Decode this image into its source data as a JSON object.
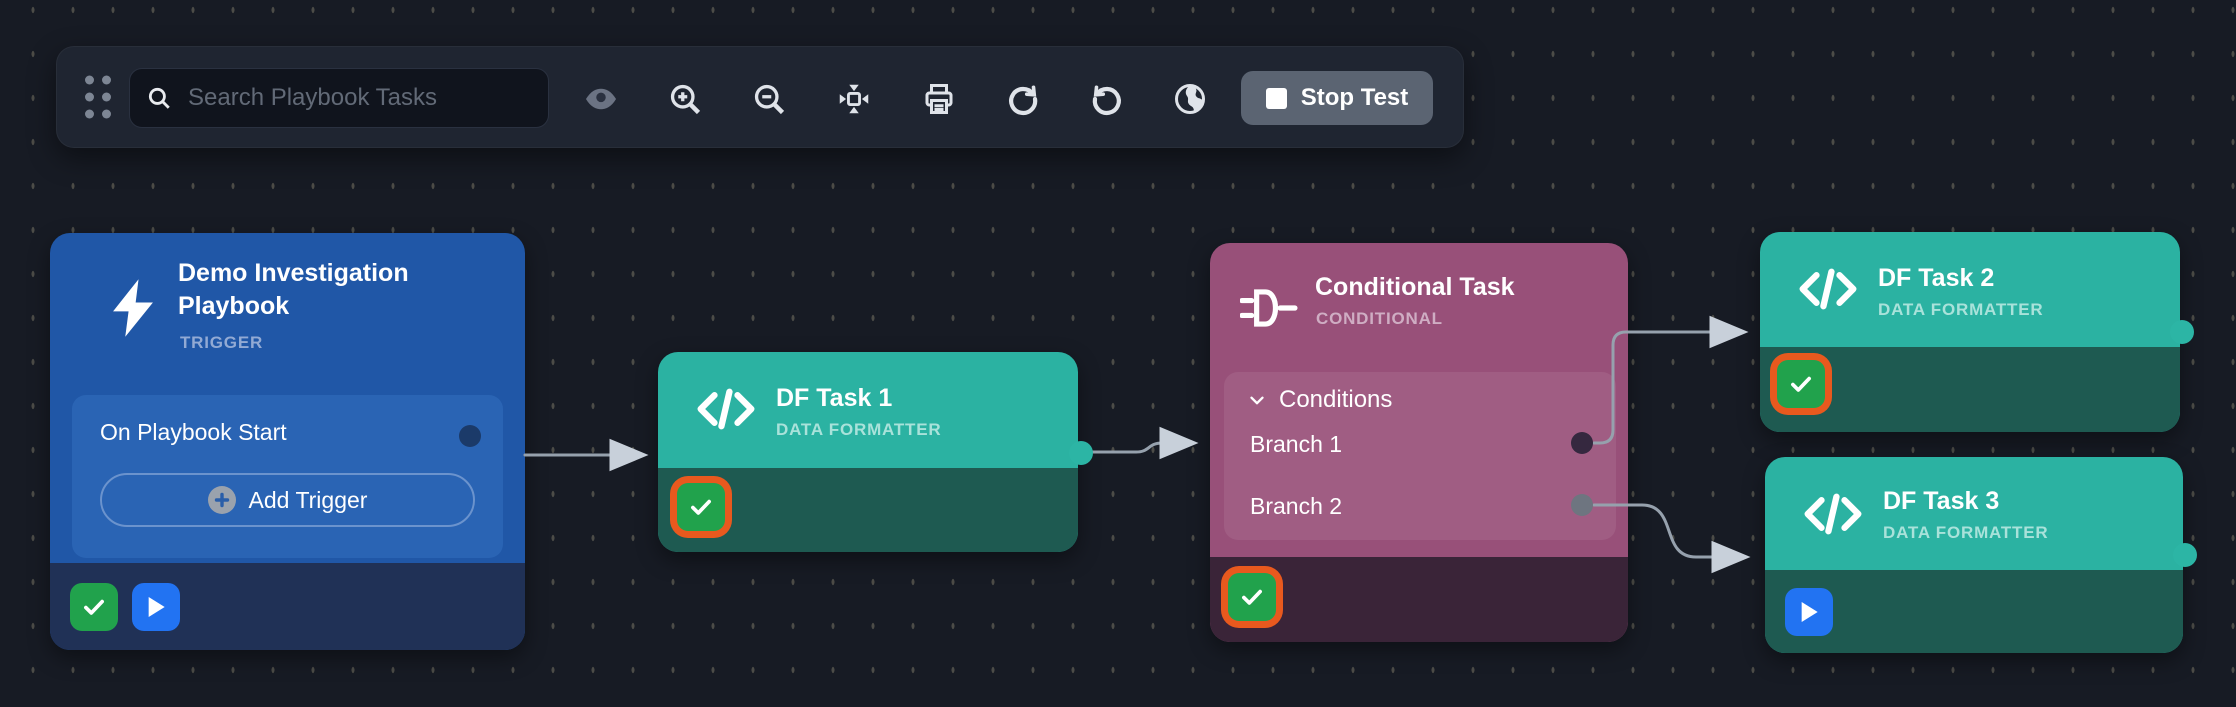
{
  "toolbar": {
    "search": {
      "placeholder": "Search Playbook Tasks",
      "value": ""
    },
    "stop_button_label": "Stop Test",
    "icon_names": [
      "drag-handle",
      "search",
      "visibility",
      "zoom-in",
      "zoom-out",
      "fit-view",
      "print",
      "redo",
      "undo",
      "web"
    ]
  },
  "nodes": {
    "trigger": {
      "title": "Demo Investigation Playbook",
      "type_label": "TRIGGER",
      "row_label": "On Playbook Start",
      "add_button_label": "Add Trigger",
      "status_badges": [
        "success-check",
        "play"
      ]
    },
    "df_task_1": {
      "title": "DF Task 1",
      "type_label": "DATA FORMATTER",
      "status_badges": [
        "success-check"
      ],
      "highlighted": true
    },
    "conditional_task": {
      "title": "Conditional Task",
      "type_label": "CONDITIONAL",
      "section_label": "Conditions",
      "branches": [
        "Branch 1",
        "Branch 2"
      ],
      "status_badges": [
        "success-check"
      ],
      "highlighted": true
    },
    "df_task_2": {
      "title": "DF Task 2",
      "type_label": "DATA FORMATTER",
      "status_badges": [
        "success-check"
      ],
      "highlighted": true
    },
    "df_task_3": {
      "title": "DF Task 3",
      "type_label": "DATA FORMATTER",
      "status_badges": [
        "play"
      ],
      "highlighted": false
    }
  },
  "edges": [
    {
      "from": "trigger",
      "to": "df_task_1"
    },
    {
      "from": "df_task_1",
      "to": "conditional_task"
    },
    {
      "from": "conditional_task.branch_1",
      "to": "df_task_2"
    },
    {
      "from": "conditional_task.branch_2",
      "to": "df_task_3"
    }
  ],
  "colors": {
    "canvas": "#171b24",
    "toolbar": "#1f2531",
    "node_trigger_blue": "#2057a7",
    "node_task_teal": "#2bb2a2",
    "node_conditional_purple": "#985079",
    "status_success_green": "#21a24c",
    "status_play_blue": "#2273f2",
    "highlight_orange": "#e8591e",
    "connector_gray": "#96a1ad"
  }
}
